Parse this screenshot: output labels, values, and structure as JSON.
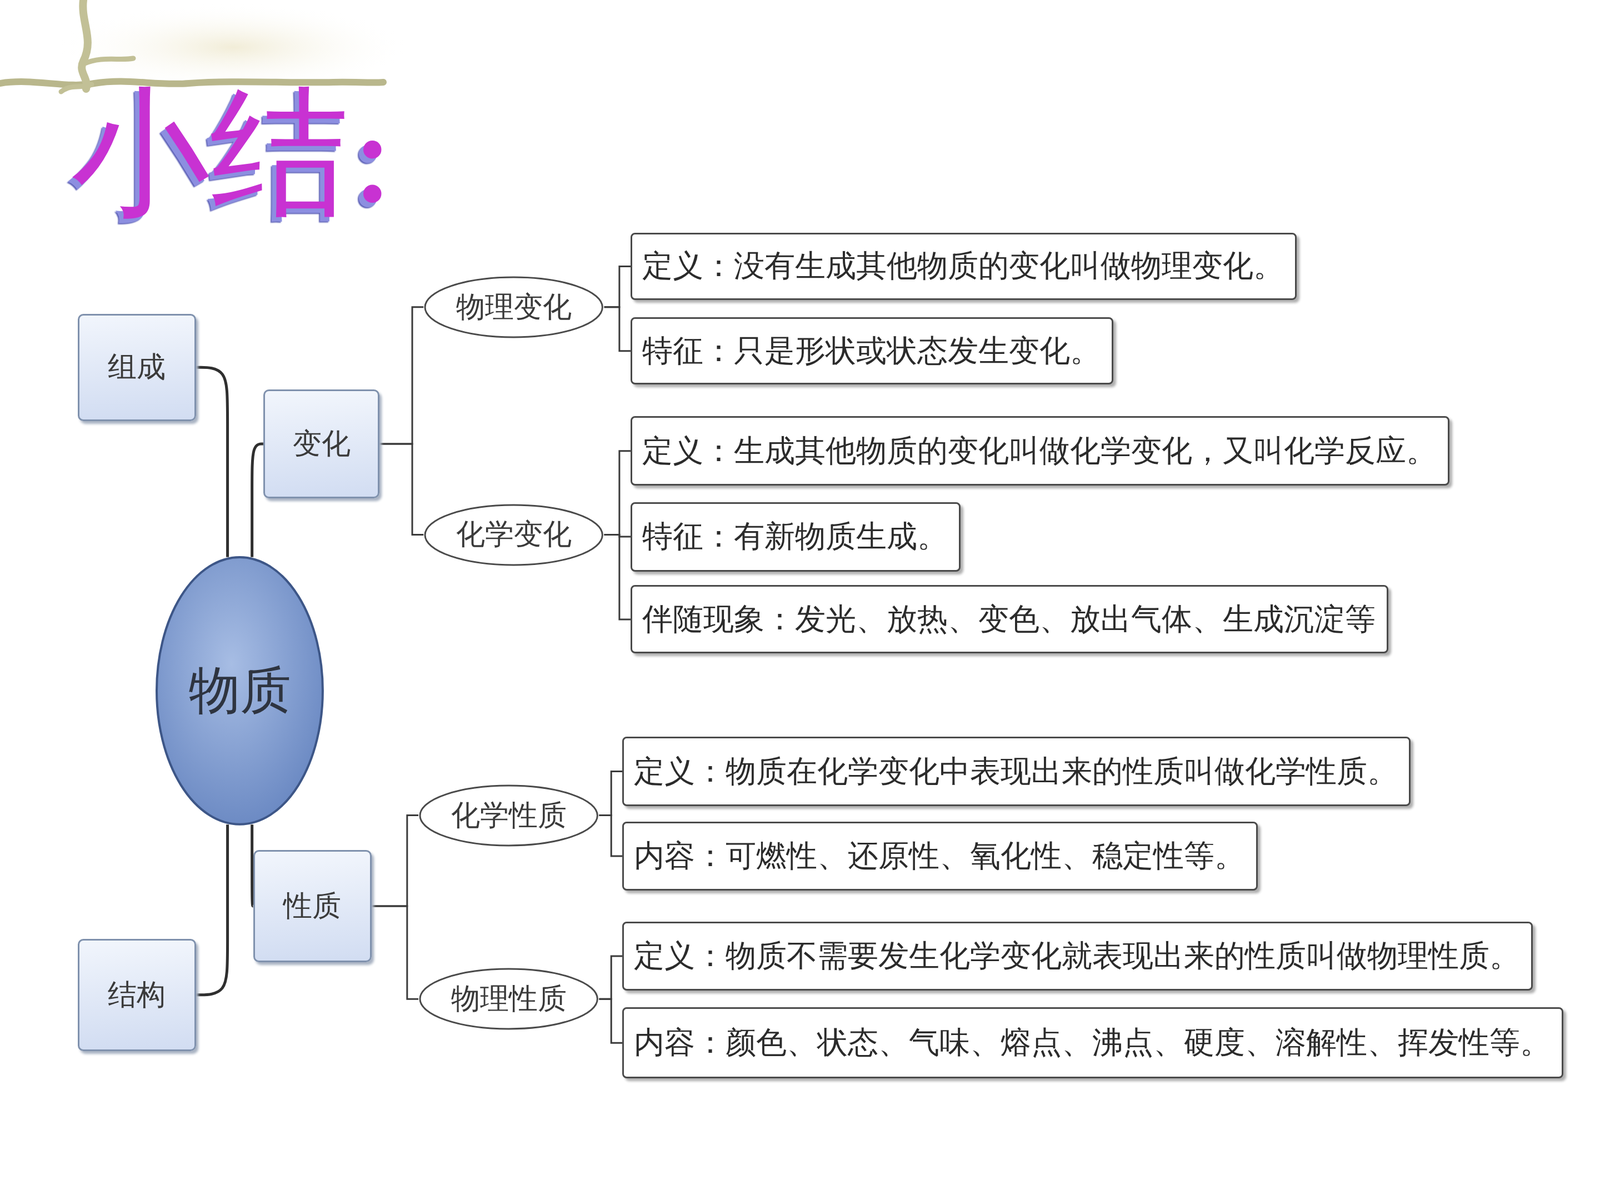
{
  "diagram": {
    "title": "小结:",
    "nodes": [
      {
        "text": [
          "组成"
        ]
      },
      {
        "text": [
          "变化"
        ]
      },
      {
        "text": [
          "物理变化"
        ]
      },
      {
        "text": [
          "定义：没有生成其他物质的变化叫做物理变化。"
        ]
      },
      {
        "text": [
          "特征：只是形状或状态发生变化。"
        ]
      },
      {
        "text": [
          "化学变化"
        ]
      },
      {
        "text": [
          "定义：生成其他物质的变化叫做化学变化，又叫化学反应。"
        ]
      },
      {
        "text": [
          "特征：有新物质生成。"
        ]
      },
      {
        "text": [
          "伴随现象：发光、放热、变色、放出气体、生成沉淀等"
        ]
      },
      {
        "text": [
          "物质"
        ]
      },
      {
        "text": [
          "性质"
        ]
      },
      {
        "text": [
          "化学性质"
        ]
      },
      {
        "text": [
          "定义：物质在化学变化中表现出来的性质叫做化学性质。"
        ]
      },
      {
        "text": [
          "内容：可燃性、还原性、氧化性、稳定性等。"
        ]
      },
      {
        "text": [
          "物理性质"
        ]
      },
      {
        "text": [
          "定义：物质不需要发生化学变化就表现出来的性质叫做物理性质。"
        ]
      },
      {
        "text": [
          "内容：颜色、状态、气味、熔点、沸点、硬度、溶解性、挥发性等。"
        ]
      },
      {
        "text": [
          "结构"
        ]
      }
    ],
    "edges": [
      {
        "from": 9,
        "to": 0,
        "arrow": "none"
      },
      {
        "from": 9,
        "to": 1,
        "arrow": "none"
      },
      {
        "from": 9,
        "to": 10,
        "arrow": "none"
      },
      {
        "from": 9,
        "to": 17,
        "arrow": "none"
      },
      {
        "from": 1,
        "to": 2,
        "arrow": "none"
      },
      {
        "from": 1,
        "to": 5,
        "arrow": "none"
      },
      {
        "from": 2,
        "to": 3,
        "arrow": "none"
      },
      {
        "from": 2,
        "to": 4,
        "arrow": "none"
      },
      {
        "from": 5,
        "to": 6,
        "arrow": "none"
      },
      {
        "from": 5,
        "to": 7,
        "arrow": "none"
      },
      {
        "from": 5,
        "to": 8,
        "arrow": "none"
      },
      {
        "from": 10,
        "to": 11,
        "arrow": "none"
      },
      {
        "from": 10,
        "to": 14,
        "arrow": "none"
      },
      {
        "from": 11,
        "to": 12,
        "arrow": "none"
      },
      {
        "from": 11,
        "to": 13,
        "arrow": "none"
      },
      {
        "from": 14,
        "to": 15,
        "arrow": "none"
      },
      {
        "from": 14,
        "to": 16,
        "arrow": "none"
      }
    ]
  }
}
